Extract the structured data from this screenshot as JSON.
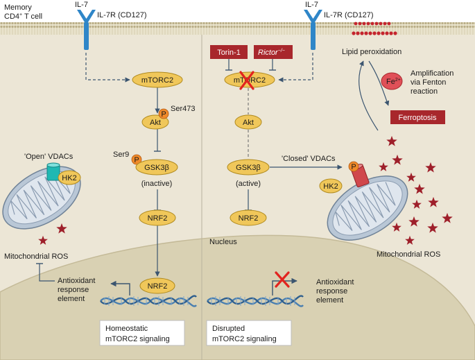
{
  "header": {
    "cell_label_line1": "Memory",
    "cell_label_line2": "CD4",
    "cell_label_sup": "+",
    "cell_label_line2_rest": " T cell"
  },
  "left": {
    "receptor_ligand": "IL-7",
    "receptor_name": "IL-7R (CD127)",
    "mtorc2": "mTORC2",
    "akt": "Akt",
    "p_symbol": "P",
    "akt_site": "Ser473",
    "gsk_site": "Ser9",
    "gsk3b": "GSK3β",
    "gsk_state": "(inactive)",
    "nrf2": "NRF2",
    "nrf2_nuclear": "NRF2",
    "vdac_label": "'Open' VDACs",
    "hk2": "HK2",
    "mito_ros": "Mitochondrial ROS",
    "are_line1": "Antioxidant",
    "are_line2": "response",
    "are_line3": "element",
    "box_line1": "Homeostatic",
    "box_line2": "mTORC2 signaling"
  },
  "right": {
    "receptor_ligand": "IL-7",
    "receptor_name": "IL-7R (CD127)",
    "torin": "Torin-1",
    "rictor": "Rictor",
    "rictor_sup": "−/−",
    "mtorc2": "mTORC2",
    "akt": "Akt",
    "gsk3b": "GSK3β",
    "gsk_state": "(active)",
    "nrf2": "NRF2",
    "vdac_label": "'Closed' VDACs",
    "p_symbol": "P",
    "hk2": "HK2",
    "mito_ros": "Mitochondrial ROS",
    "lipid": "Lipid peroxidation",
    "fe": "Fe",
    "fe_sup": "2+",
    "amp_line1": "Amplification",
    "amp_line2": "via Fenton",
    "amp_line3": "reaction",
    "ferroptosis": "Ferroptosis",
    "nucleus": "Nucleus",
    "are_line1": "Antioxidant",
    "are_line2": "response",
    "are_line3": "element",
    "box_line1": "Disrupted",
    "box_line2": "mTORC2 signaling"
  },
  "colors": {
    "cytoplasm": "#ece6d6",
    "nucleus": "#d9d1b3",
    "membrane": "#e6dfc8",
    "node_fill": "#f0c75a",
    "node_stroke": "#b08a1e",
    "receptor": "#2f86c8",
    "inhibitor_box": "#a8272c",
    "ros_star": "#9e1f2a",
    "p_badge": "#f08a2a",
    "vdac_open": "#1fb8b3",
    "vdac_closed": "#d0474c",
    "mito": "#b9c7d6",
    "dna": "#4a7fb0",
    "arrow": "#3b5570",
    "red_x": "#e2241f"
  }
}
